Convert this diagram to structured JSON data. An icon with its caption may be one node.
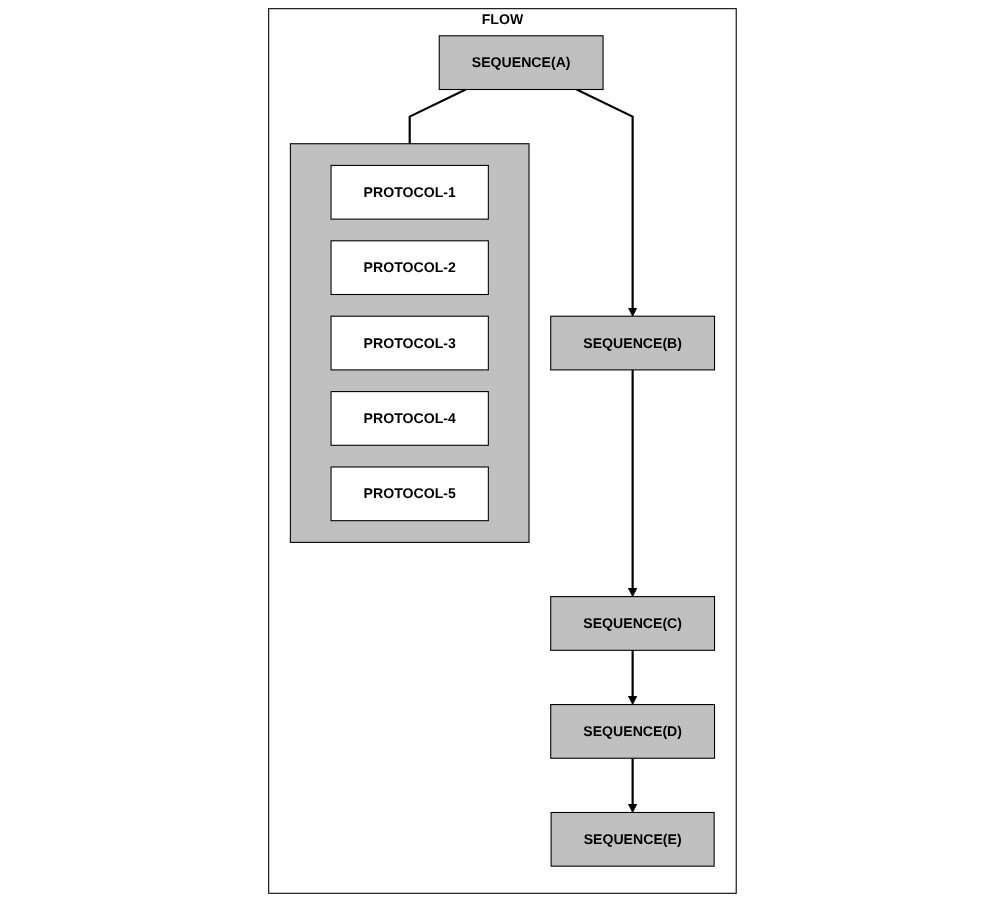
{
  "diagram": {
    "nodes": [
      {
        "text": [
          "FLOW"
        ]
      },
      {
        "text": [
          "SEQUENCE(A)"
        ],
        "in": 0
      },
      {
        "text": [
          "SEQUENCE(B)"
        ],
        "in": 0
      },
      {
        "text": [
          "SEQUENCE(C)"
        ],
        "in": 0
      },
      {
        "text": [
          "SEQUENCE(D)"
        ],
        "in": 0
      },
      {
        "text": [
          "SEQUENCE(E)"
        ],
        "in": 0
      },
      {
        "text": [],
        "shape": "box",
        "in": 0
      },
      {
        "text": [
          "PROTOCOL-1"
        ],
        "in": 6
      },
      {
        "text": [
          "PROTOCOL-2"
        ],
        "in": 6
      },
      {
        "text": [
          "PROTOCOL-3"
        ],
        "in": 6
      },
      {
        "text": [
          "PROTOCOL-4"
        ],
        "in": 6
      },
      {
        "text": [
          "PROTOCOL-5"
        ],
        "in": 6
      }
    ],
    "edges": [
      {
        "from": 1,
        "to": 2,
        "arrow": "to"
      },
      {
        "from": 2,
        "to": 3,
        "arrow": "to"
      },
      {
        "from": 3,
        "to": 4,
        "arrow": "to"
      },
      {
        "from": 4,
        "to": 5,
        "arrow": "to"
      },
      {
        "from": 1,
        "to": 6,
        "arrow": "none"
      }
    ]
  }
}
